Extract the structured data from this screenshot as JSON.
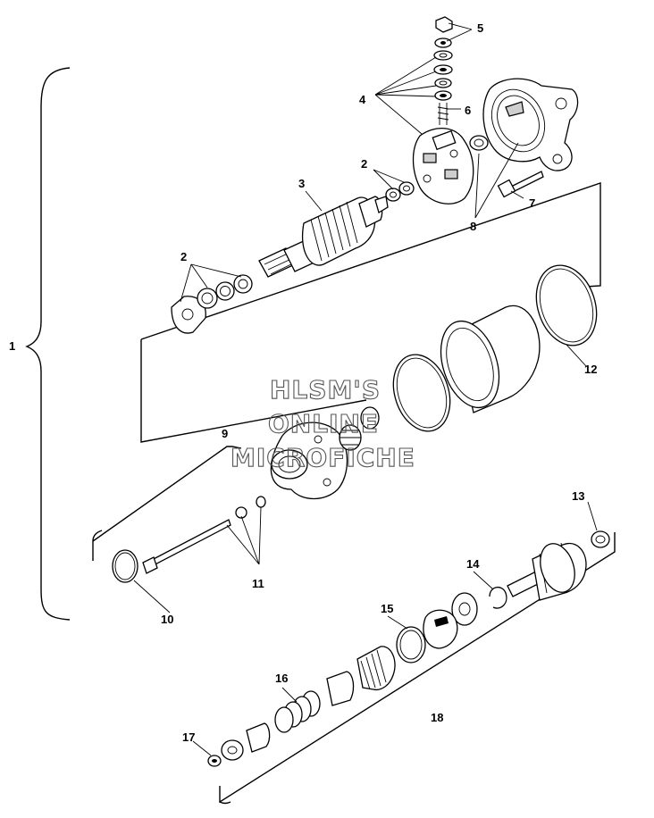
{
  "callouts": {
    "c1": "1",
    "c2a": "2",
    "c2b": "2",
    "c3": "3",
    "c4": "4",
    "c5": "5",
    "c6": "6",
    "c7": "7",
    "c8": "8",
    "c9": "9",
    "c10": "10",
    "c11": "11",
    "c12": "12",
    "c13": "13",
    "c14": "14",
    "c15": "15",
    "c16": "16",
    "c17": "17",
    "c18": "18"
  },
  "watermark": {
    "line1": "HLSM'S",
    "line2": "ONLINE",
    "line3": "MICROFICHE"
  }
}
